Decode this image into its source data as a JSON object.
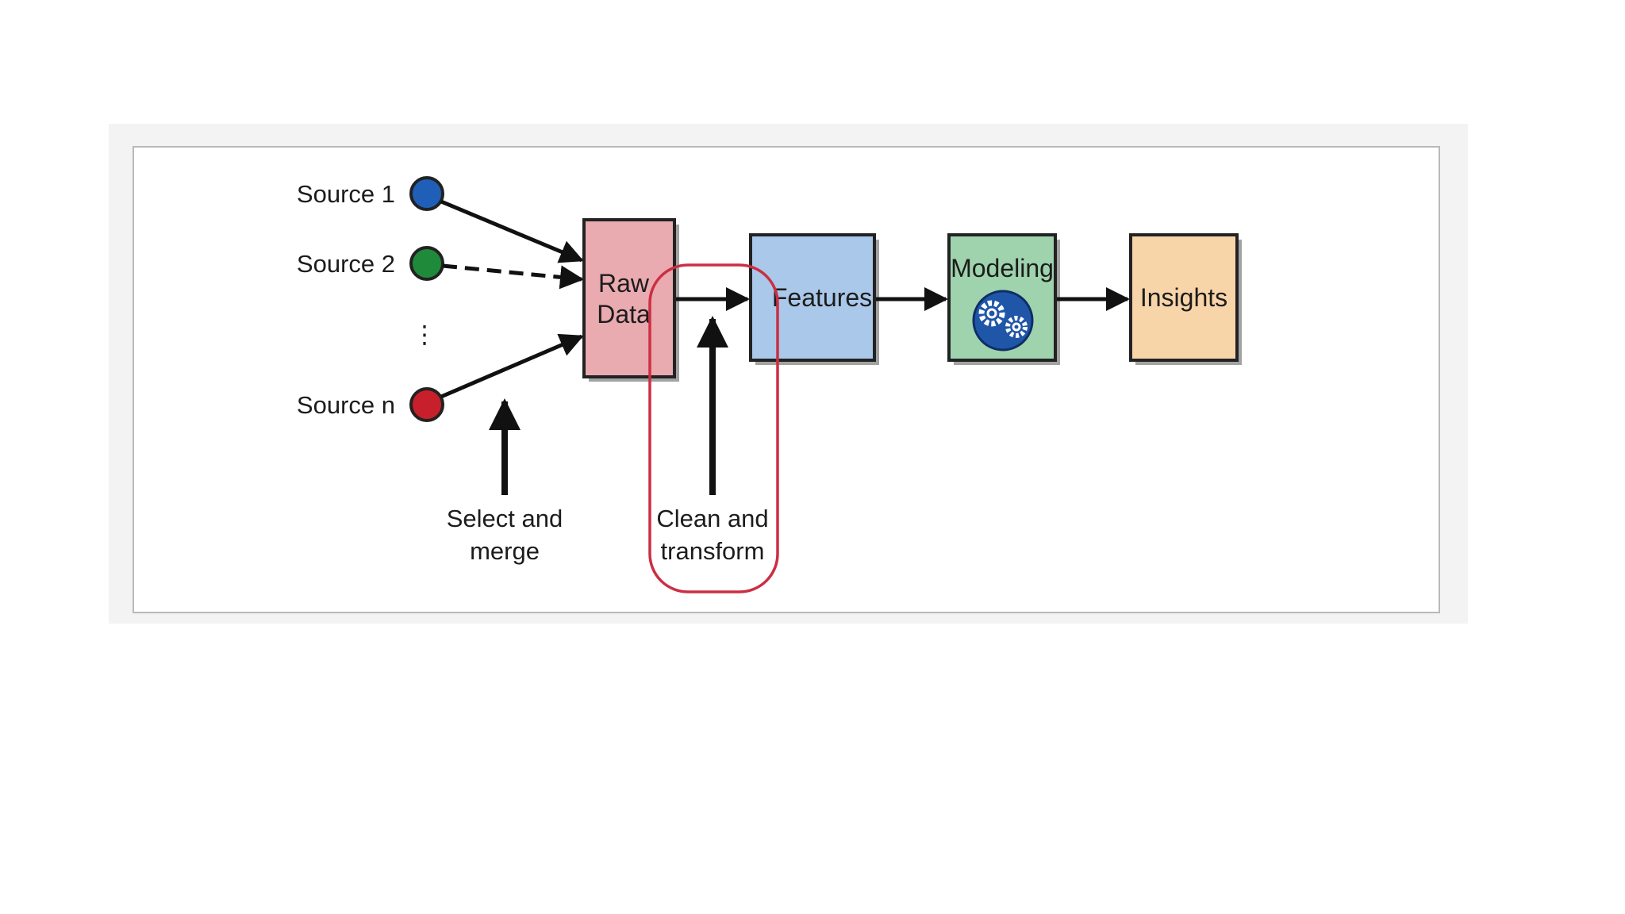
{
  "sources": [
    {
      "label": "Source 1",
      "color": "#1f5fb8"
    },
    {
      "label": "Source 2",
      "color": "#1f8a3a"
    },
    {
      "label": "Source n",
      "color": "#c8202a"
    }
  ],
  "ellipsis": "⋮",
  "stages": {
    "raw_data": {
      "line1": "Raw",
      "line2": "Data",
      "color": "#e9aab0"
    },
    "features": {
      "label": "Features",
      "color": "#a9c8ea"
    },
    "modeling": {
      "label": "Modeling",
      "color": "#9fd3ad",
      "icon": "gears-icon"
    },
    "insights": {
      "label": "Insights",
      "color": "#f8d5a8"
    }
  },
  "annotations": {
    "select_merge": {
      "line1": "Select and",
      "line2": "merge"
    },
    "clean_transform": {
      "line1": "Clean and",
      "line2": "transform",
      "highlight_color": "#cc2e43"
    }
  }
}
